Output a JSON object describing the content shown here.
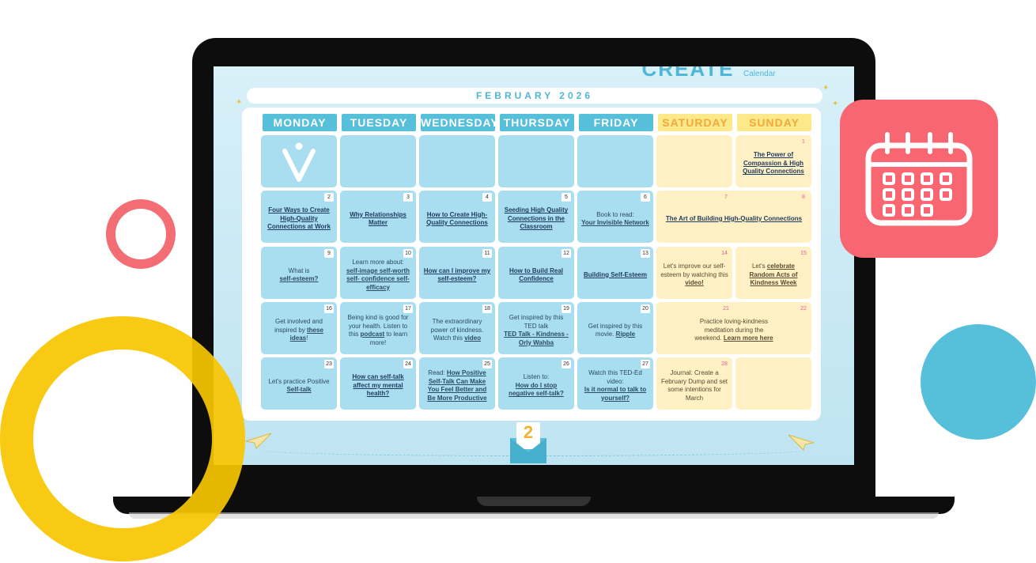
{
  "screen": {
    "brand": "CREATE",
    "brand_sub": "Calendar",
    "month_title": "FEBRUARY 2026"
  },
  "days": [
    "MONDAY",
    "TUESDAY",
    "WEDNESDAY",
    "THURSDAY",
    "FRIDAY",
    "SATURDAY",
    "SUNDAY"
  ],
  "cells": {
    "d1": {
      "num": "1",
      "link": "The Power of Compassion & High Quality Connections"
    },
    "d2": {
      "num": "2",
      "link": "Four Ways to Create High-Quality Connections at Work"
    },
    "d3": {
      "num": "3",
      "link": "Why Relationships Matter"
    },
    "d4": {
      "num": "4",
      "link": "How to Create High-Quality Connections"
    },
    "d5": {
      "num": "5",
      "link": "Seeding High Quality Connections in the Classroom"
    },
    "d6": {
      "num": "6",
      "pre": "Book to read:",
      "link": "Your Invisible Network"
    },
    "d7": {
      "num": "7"
    },
    "d8": {
      "num": "8",
      "link": "The Art of Building High-Quality Connections"
    },
    "d9": {
      "num": "9",
      "pre": "What is",
      "link": "self-esteem?"
    },
    "d10": {
      "num": "10",
      "pre": "Learn more about:",
      "link": "self-image self-worth self- confidence self-efficacy"
    },
    "d11": {
      "num": "11",
      "link": "How can I improve my self-esteem?"
    },
    "d12": {
      "num": "12",
      "link": "How to Build Real Confidence"
    },
    "d13": {
      "num": "13",
      "link": "Building Self-Esteem"
    },
    "d14": {
      "num": "14",
      "pre": "Let's improve our self-esteem by watching this",
      "link": "video!"
    },
    "d15": {
      "num": "15",
      "pre": "Let's",
      "link": "celebrate Random Acts of Kindness Week"
    },
    "d16": {
      "num": "16",
      "pre": "Get involved and inspired by",
      "link": "these ideas",
      "post": "!"
    },
    "d17": {
      "num": "17",
      "pre": "Being kind is good for your health. Listen to this",
      "link": "podcast",
      "post": "to learn more!"
    },
    "d18": {
      "num": "18",
      "pre": "The extraordinary power of kindness. Watch this",
      "link": "video"
    },
    "d19": {
      "num": "19",
      "pre": "Get inspired by this TED talk",
      "link": "TED Talk - Kindness - Orly Wahba"
    },
    "d20": {
      "num": "20",
      "pre": "Get inspired by this movie.",
      "link": "Ripple"
    },
    "d21": {
      "num": "21"
    },
    "d22": {
      "num": "22",
      "pre": "Practice loving-kindness meditation during the weekend.",
      "link": "Learn more here"
    },
    "d23": {
      "num": "23",
      "pre": "Let's practice Positive",
      "link": "Self-talk"
    },
    "d24": {
      "num": "24",
      "link": "How can self-talk affect my mental health?"
    },
    "d25": {
      "num": "25",
      "pre": "Read:",
      "link": "How Positive Self-Talk Can Make You Feel Better and Be More Productive"
    },
    "d26": {
      "num": "26",
      "pre": "Listen to:",
      "link": "How do I stop negative self-talk?"
    },
    "d27": {
      "num": "27",
      "pre": "Watch this TED-Ed video:",
      "link": "Is it normal to talk to yourself?"
    },
    "d28": {
      "num": "28",
      "pre": "Journal: Create a February Dump and set some intentions for March"
    }
  },
  "envelope": {
    "label": "2"
  },
  "colors": {
    "weekday": "#56bfd9",
    "weekend": "#fde98a",
    "badge": "#f86672",
    "ring_pink": "#f36d75",
    "ring_yellow": "#f8c600",
    "blue_circle": "#56bfd9"
  }
}
